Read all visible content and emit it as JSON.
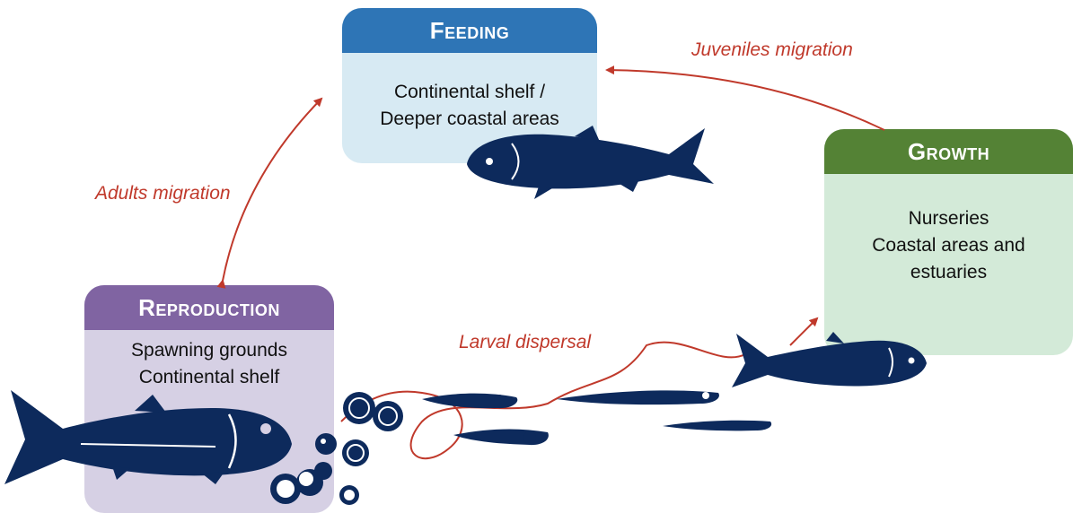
{
  "boxes": {
    "feeding": {
      "title": "Feeding",
      "lines": [
        "Continental shelf /",
        "Deeper coastal areas"
      ]
    },
    "growth": {
      "title": "Growth",
      "lines": [
        "Nurseries",
        "Coastal areas and",
        "estuaries"
      ]
    },
    "reproduction": {
      "title": "Reproduction",
      "lines": [
        "Spawning grounds",
        "Continental shelf"
      ]
    }
  },
  "arrows": {
    "juveniles": "Juveniles migration",
    "adults": "Adults migration",
    "larval": "Larval dispersal"
  },
  "colors": {
    "fish": "#0d2a5c",
    "arrow": "#c0392b",
    "feeding_header": "#2e75b6",
    "growth_header": "#548235",
    "reproduction_header": "#8064a2"
  }
}
